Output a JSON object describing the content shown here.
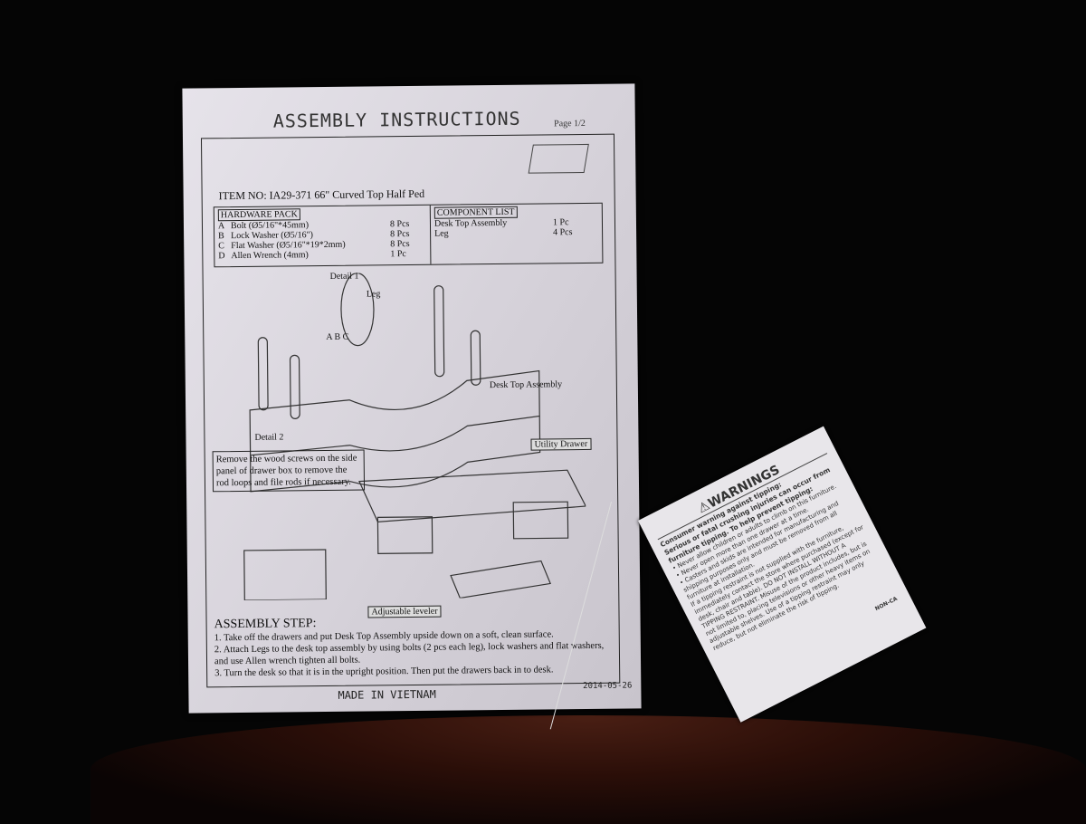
{
  "sheet": {
    "title": "ASSEMBLY INSTRUCTIONS",
    "page": "Page 1/2",
    "item": "ITEM NO: IA29-371  66\" Curved Top Half Ped",
    "hardware_header": "HARDWARE PACK",
    "hardware": [
      {
        "letter": "A",
        "name": "Bolt (Ø5/16\"*45mm)",
        "qty": "8 Pcs"
      },
      {
        "letter": "B",
        "name": "Lock Washer (Ø5/16\")",
        "qty": "8 Pcs"
      },
      {
        "letter": "C",
        "name": "Flat Washer (Ø5/16\"*19*2mm)",
        "qty": "8 Pcs"
      },
      {
        "letter": "D",
        "name": "Allen Wrench (4mm)",
        "qty": "1 Pc"
      }
    ],
    "component_header": "COMPONENT LIST",
    "components": [
      {
        "name": "Desk Top Assembly",
        "qty": "1 Pc"
      },
      {
        "name": "Leg",
        "qty": "4 Pcs"
      }
    ],
    "labels": {
      "detail1": "Detail 1",
      "leg": "Leg",
      "desk_top": "Desk Top Assembly",
      "utility_drawer": "Utility Drawer",
      "detail2": "Detail 2",
      "leveler": "Adjustable leveler",
      "abc": "A B C"
    },
    "detail2_text": "Remove the wood screws on the side panel of drawer box to remove the rod loops and file rods if necessary.",
    "steps_title": "ASSEMBLY STEP:",
    "steps": [
      "1. Take off the drawers and put Desk Top Assembly upside down on a soft, clean surface.",
      "2. Attach Legs to the desk top assembly by using bolts (2 pcs each leg), lock washers and flat washers, and use Allen wrench tighten all bolts.",
      "3. Turn the desk so that it is in the upright position. Then put the drawers back in to desk."
    ],
    "made_in": "MADE IN VIETNAM",
    "date": "2014-05-26"
  },
  "tag": {
    "title": "⚠WARNINGS",
    "intro": "Consumer warning against tipping:",
    "bold": "Serious or fatal crushing injuries can occur from furniture tipping. To help prevent tipping:",
    "bullets": [
      "• Never allow children or adults to climb on this furniture.",
      "• Never open more than one drawer at a time.",
      "• Casters and skids are intended for manufacturing and shipping purposes only and must be removed from all furniture at installation."
    ],
    "body": "If a tipping restraint is not supplied with the furniture, immediately contact the store where purchased (except for desk, chair and table). DO NOT INSTALL WITHOUT A TIPPING RESTRAINT. Misuse of the product includes, but is not limited to, placing televisions or other heavy items on adjustable shelves. Use of a tipping restraint may only reduce, but not eliminate the risk of tipping.",
    "code": "NON-CA"
  }
}
